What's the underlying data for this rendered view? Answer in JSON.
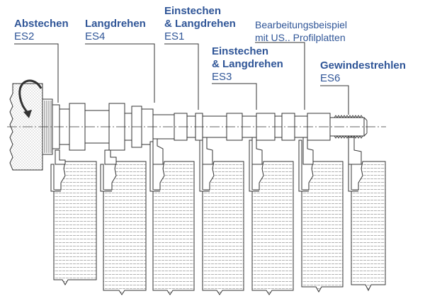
{
  "labels": [
    {
      "key": "es2",
      "title": "Abstechen",
      "code": "ES2"
    },
    {
      "key": "es4",
      "title": "Langdrehen",
      "code": "ES4"
    },
    {
      "key": "es1",
      "title_line1": "Einstechen",
      "title_line2": "& Langdrehen",
      "code": "ES1"
    },
    {
      "key": "es3",
      "title_line1": "Einstechen",
      "title_line2": "& Langdrehen",
      "code": "ES3"
    },
    {
      "key": "example",
      "line1": "Bearbeitungsbeispiel",
      "line2": "mit US.. Profilplatten"
    },
    {
      "key": "es6",
      "title": "Gewindestrehlen",
      "code": "ES6"
    }
  ],
  "colors": {
    "label_text": "#2f5597",
    "stroke": "#333333",
    "hatch": "#9a9a9a",
    "body_fill": "#ffffff"
  },
  "icons": {
    "rotation": "curved-arrow-icon"
  }
}
